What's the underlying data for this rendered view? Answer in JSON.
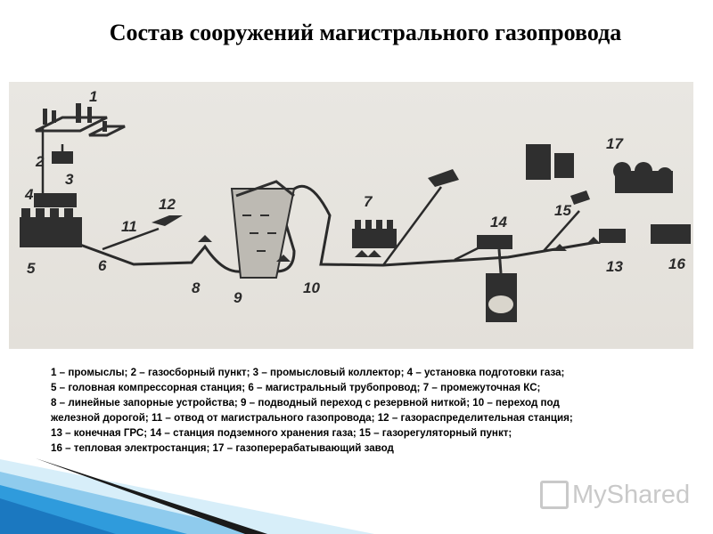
{
  "title": "Состав сооружений магистрального газопровода",
  "diagram_labels": [
    "1",
    "2",
    "3",
    "4",
    "5",
    "6",
    "7",
    "8",
    "9",
    "10",
    "11",
    "12",
    "13",
    "14",
    "15",
    "16",
    "17"
  ],
  "legend_lines": [
    "1 – промыслы; 2 – газосборный пункт; 3 – промысловый коллектор; 4 – установка подготовки газа;",
    "5 – головная компрессорная станция;  6 – магистральный трубопровод;  7 – промежуточная КС;",
    "8 – линейные запорные устройства; 9 – подводный переход с резервной ниткой;  10 – переход под",
    "железной дорогой;  11 – отвод от магистрального газопровода;  12 – газораспределительная станция;",
    "13 – конечная ГРС;  14 – станция подземного хранения газа;  15 – газорегуляторный пункт;",
    "16 – тепловая электростанция;  17 – газоперерабатывающий завод"
  ],
  "logo_text": "MyShared",
  "colors": {
    "accent_blue": "#1f8fd6",
    "accent_dark": "#1a1a1a",
    "logo_gray": "#c9c9c9"
  }
}
